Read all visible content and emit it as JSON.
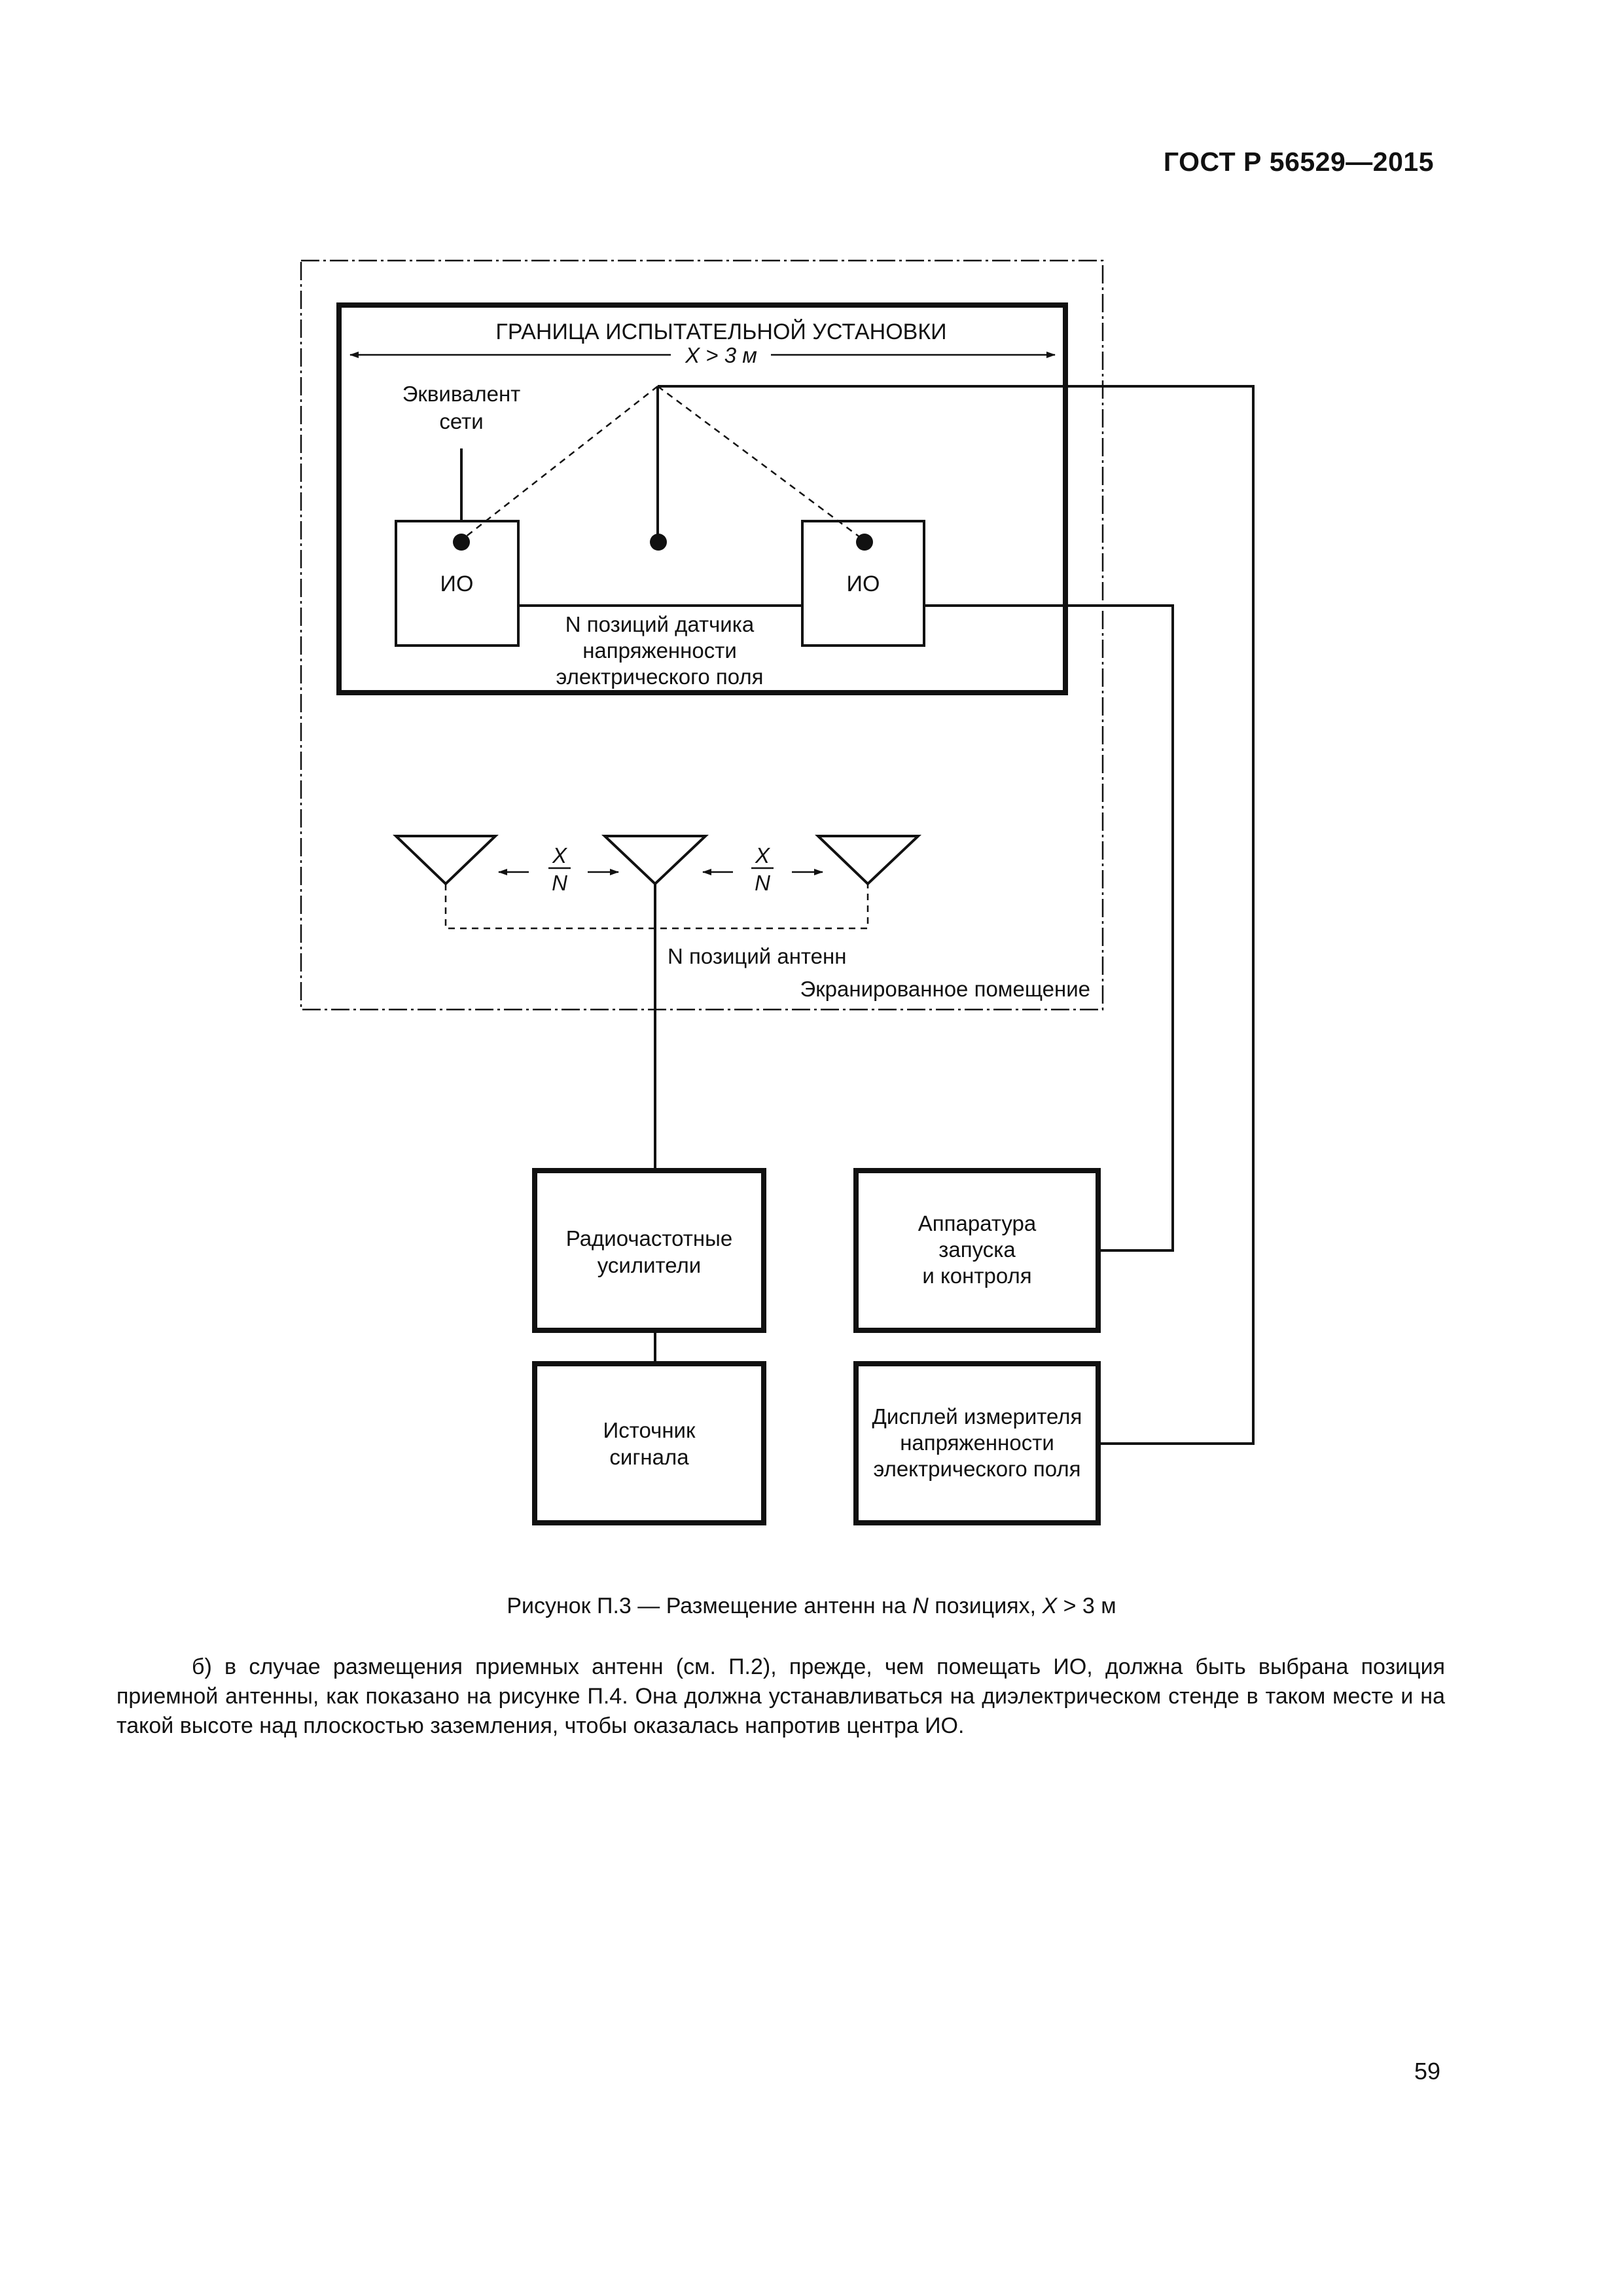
{
  "header": {
    "doc_number": "ГОСТ Р 56529—2015"
  },
  "diagram": {
    "boundary_title": "ГРАНИЦА ИСПЫТАТЕЛЬНОЙ УСТАНОВКИ",
    "x_dimension": "X > 3 м",
    "network_equivalent_line1": "Эквивалент",
    "network_equivalent_line2": "сети",
    "eut_left": "ИО",
    "eut_right": "ИО",
    "sensor_positions_line1": "N позиций датчика",
    "sensor_positions_line2": "напряженности",
    "sensor_positions_line3": "электрического поля",
    "spacing_numerator": "X",
    "spacing_denominator": "N",
    "antenna_positions": "N позиций антенн",
    "shielded_room": "Экранированное помещение",
    "rf_amplifiers_line1": "Радиочастотные",
    "rf_amplifiers_line2": "усилители",
    "signal_source_line1": "Источник",
    "signal_source_line2": "сигнала",
    "launch_control_line1": "Аппаратура",
    "launch_control_line2": "запуска",
    "launch_control_line3": "и контроля",
    "field_display_line1": "Дисплей измерителя",
    "field_display_line2": "напряженности",
    "field_display_line3": "электрического поля"
  },
  "caption": {
    "prefix": "Рисунок П.3 — Размещение антенн на ",
    "n": "N",
    "middle": " позициях, ",
    "x": "X",
    "suffix": " > 3 м"
  },
  "body": {
    "paragraph": "б) в случае размещения приемных антенн (см. П.2), прежде, чем помещать ИО, должна быть выбрана позиция приемной антенны, как показано на рисунке П.4. Она должна устанавливаться на диэлектрическом стенде в таком месте и на такой высоте над плоскостью заземления, чтобы оказалась напротив центра ИО."
  },
  "page_number": "59"
}
